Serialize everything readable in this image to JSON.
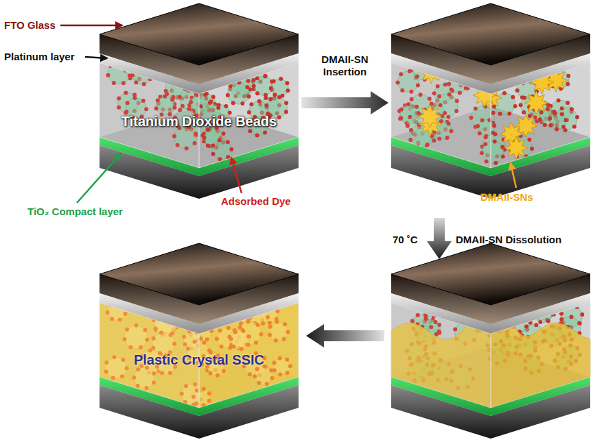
{
  "diagram": {
    "nodes": [
      {
        "text": [
          "Titanium Dioxide Beads"
        ]
      },
      {
        "text": [
          "DMAII-SNs"
        ]
      },
      {
        "text": [
          "Plastic Crystal SSIC"
        ]
      }
    ],
    "edges": [
      {
        "from": 0,
        "to": 1,
        "arrow": "to",
        "label": "DMAII-SN Insertion"
      }
    ],
    "labels": [
      "FTO Glass",
      "Platinum layer",
      "Adsorbed Dye",
      "TiO₂ Compact layer",
      "70 ˚C",
      "DMAII-SN Dissolution"
    ]
  }
}
